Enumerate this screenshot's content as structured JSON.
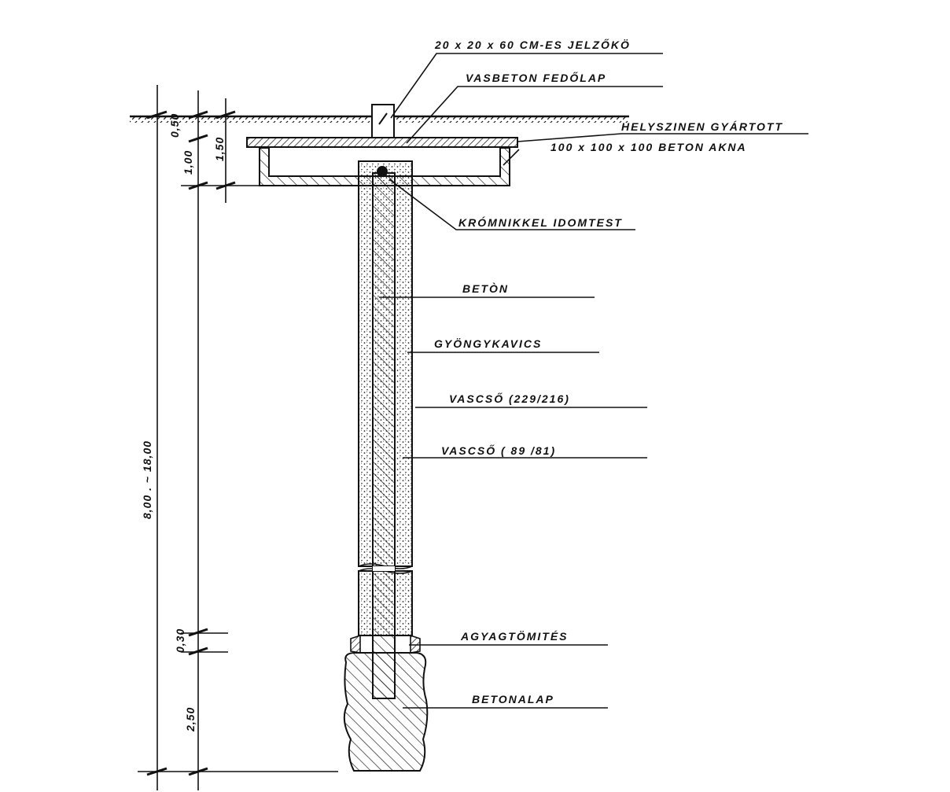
{
  "labels": {
    "jelzoko": "20 x 20 x 60 CM-ES JELZŐKÖ",
    "fedolap": "VASBETON FEDŐLAP",
    "akna_1": "HELYSZINEN GYÁRTOTT",
    "akna_2": "100 x 100 x 100 BETON AKNA",
    "idomtest": "KRÓMNIKKEL IDOMTEST",
    "beton": "BETÒN",
    "gyongykavics": "GYÖNGYKAVICS",
    "vascso_outer": "VASCSŐ (229/216)",
    "vascso_inner": "VASCSŐ ( 89 /81)",
    "agyag": "AGYAGTÖMITÉS",
    "betonalap": "BETONALAP"
  },
  "dimensions": {
    "d_050": "0,50",
    "d_100": "1,00",
    "d_150": "1,50",
    "d_total": "8,00 . ~ 18,00",
    "d_030": "0,30",
    "d_250": "2,50"
  }
}
